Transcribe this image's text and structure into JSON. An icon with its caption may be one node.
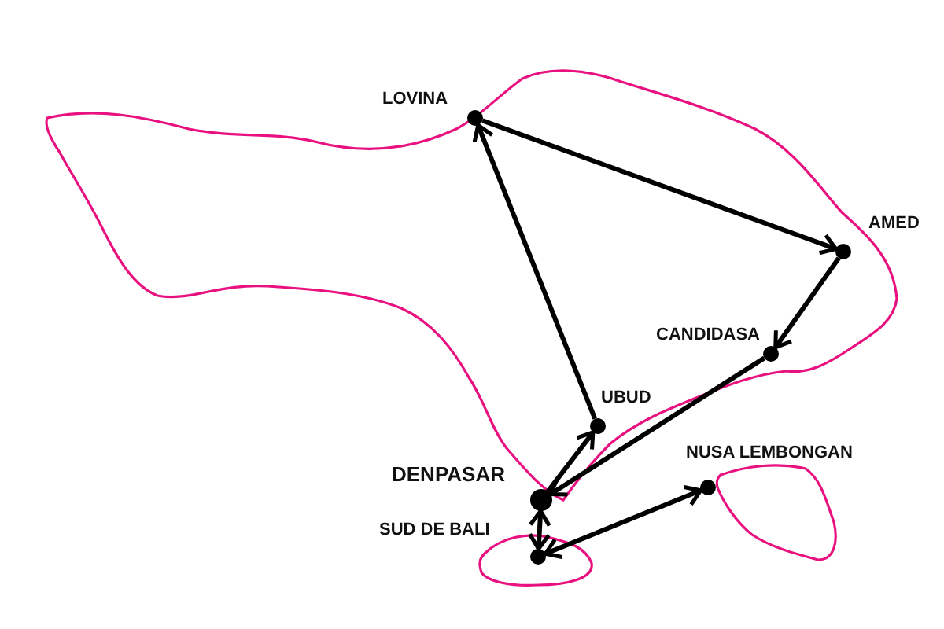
{
  "diagram": {
    "nodes": [
      {
        "text": [],
        "shape": "circle",
        "beside": [
          "LOVINA"
        ]
      },
      {
        "text": [],
        "shape": "circle",
        "beside": [
          "AMED"
        ]
      },
      {
        "text": [],
        "shape": "circle",
        "beside": [
          "CANDIDASA"
        ]
      },
      {
        "text": [],
        "shape": "circle",
        "beside": [
          "UBUD"
        ]
      },
      {
        "text": [],
        "shape": "circle",
        "beside": [
          "DENPASAR"
        ]
      },
      {
        "text": [],
        "shape": "circle",
        "beside": [
          "NUSA LEMBONGAN"
        ]
      },
      {
        "text": [],
        "shape": "circle",
        "beside": [
          "SUD DE BALI"
        ]
      }
    ],
    "edges": [
      {
        "from": 4,
        "to": 3,
        "arrow": "to"
      },
      {
        "from": 3,
        "to": 0,
        "arrow": "to"
      },
      {
        "from": 0,
        "to": 1,
        "arrow": "to"
      },
      {
        "from": 1,
        "to": 2,
        "arrow": "to"
      },
      {
        "from": 2,
        "to": 4,
        "arrow": "to"
      },
      {
        "from": 4,
        "to": 6,
        "arrow": "both"
      },
      {
        "from": 6,
        "to": 5,
        "arrow": "both"
      }
    ]
  }
}
